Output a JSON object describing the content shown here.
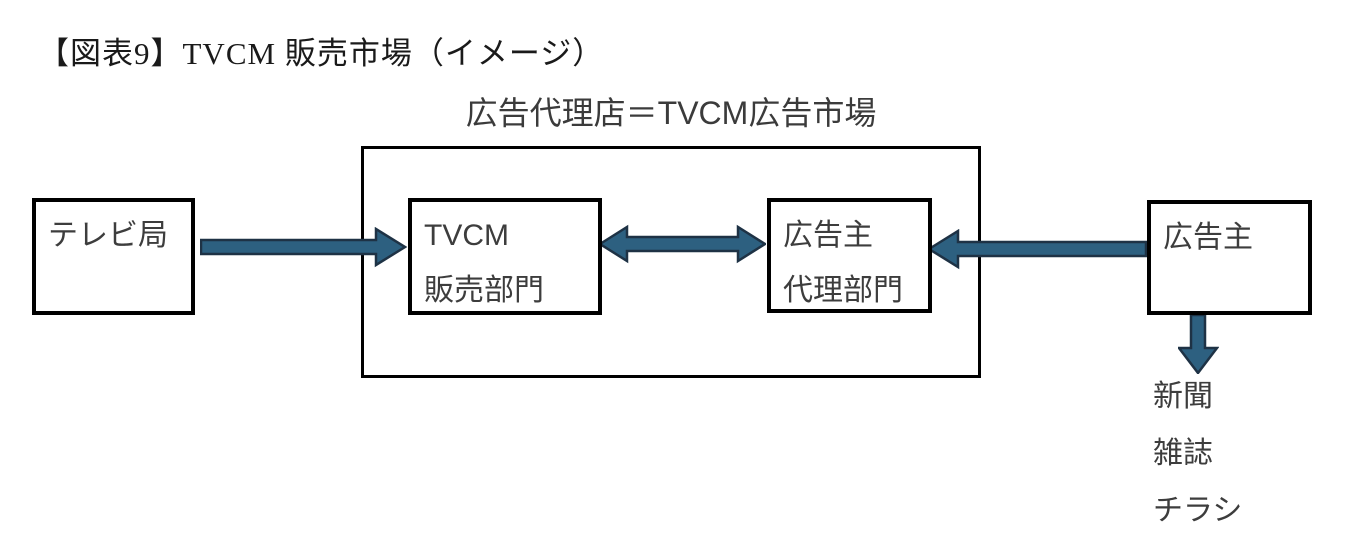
{
  "title": "【図表9】TVCM 販売市場（イメージ）",
  "diagram": {
    "market_label": "広告代理店＝TVCM広告市場",
    "nodes": {
      "tv_station": {
        "label": "テレビ局"
      },
      "tvcm_sales": {
        "line1": "TVCM",
        "line2": "販売部門"
      },
      "advertiser_agency": {
        "line1": "広告主",
        "line2": "代理部門"
      },
      "advertiser": {
        "label": "広告主"
      }
    },
    "arrows": [
      {
        "name": "tv-station-to-tvcm-sales",
        "direction": "right"
      },
      {
        "name": "tvcm-sales-advertiser-agency",
        "direction": "both"
      },
      {
        "name": "advertiser-to-advertiser-agency",
        "direction": "left"
      },
      {
        "name": "advertiser-to-print-media",
        "direction": "down"
      }
    ],
    "other_media": [
      "新聞",
      "雑誌",
      "チラシ"
    ],
    "colors": {
      "arrow_fill": "#2D6080",
      "arrow_outline": "#1E3245",
      "box_border": "#000000"
    }
  }
}
